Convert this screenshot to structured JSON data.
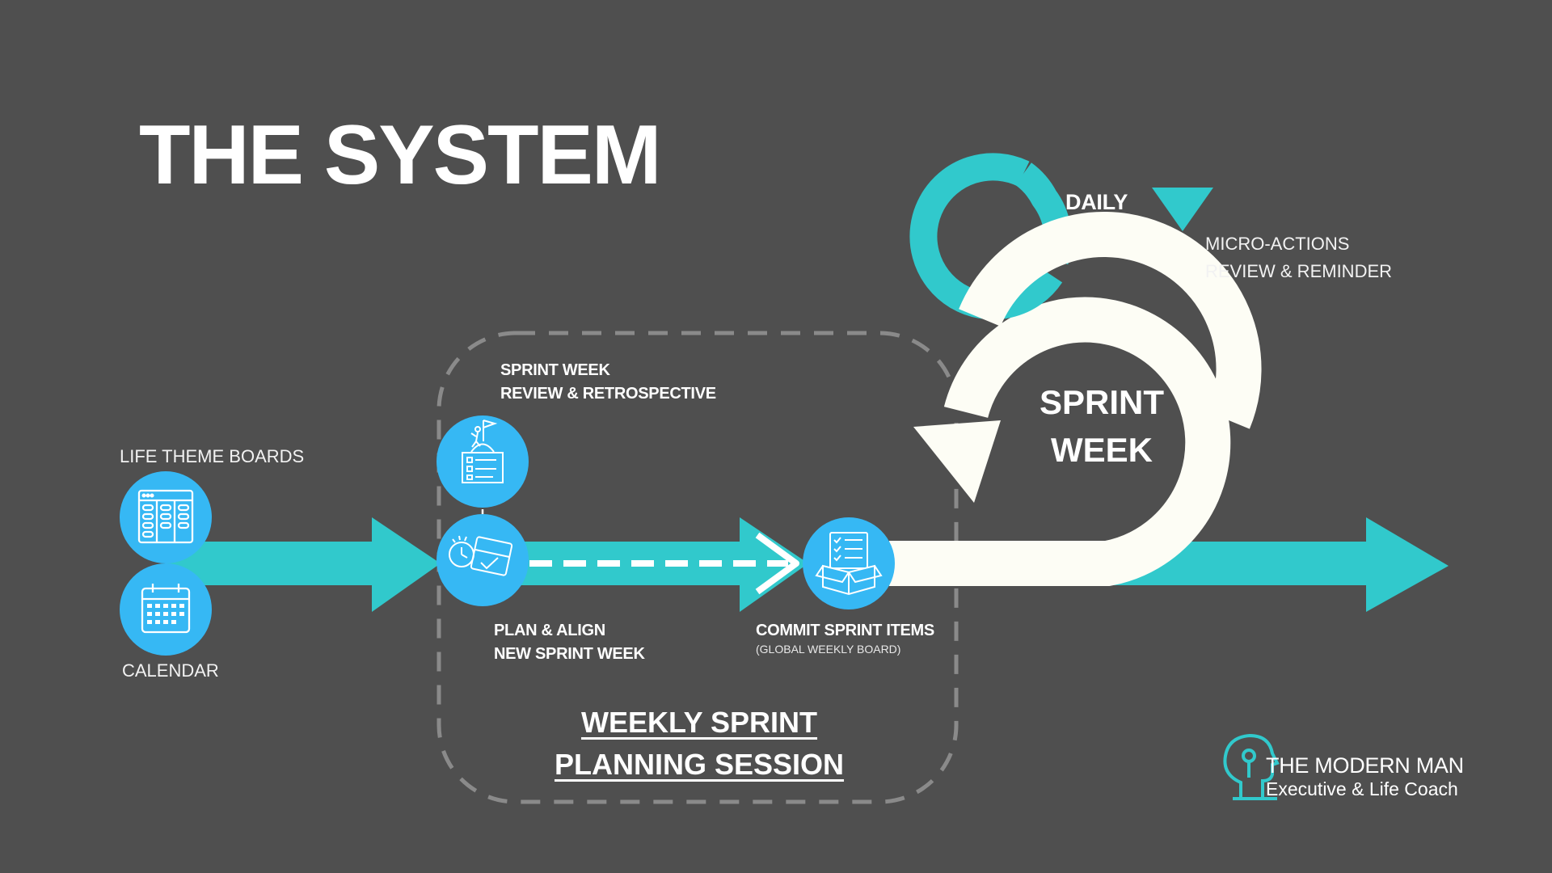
{
  "title": "THE SYSTEM",
  "colors": {
    "background": "#4f4f4f",
    "teal": "#31c9cc",
    "blue_circle": "#36b8f4",
    "cream": "#fdfdf5",
    "dashed_box": "#8a8a8a",
    "text": "#ffffff"
  },
  "inputs": {
    "life_theme_boards": "LIFE THEME BOARDS",
    "calendar": "CALENDAR"
  },
  "session": {
    "retrospective": {
      "line1": "SPRINT WEEK",
      "line2": "REVIEW & RETROSPECTIVE",
      "icon": "flag-climber-checklist-icon"
    },
    "plan": {
      "line1": "PLAN & ALIGN",
      "line2": "NEW SPRINT WEEK",
      "icon": "calendar-clock-icon"
    },
    "commit": {
      "line1": "COMMIT SPRINT ITEMS",
      "note": "(GLOBAL WEEKLY BOARD)",
      "icon": "checklist-box-icon"
    },
    "label_line1": "WEEKLY SPRINT",
    "label_line2": "PLANNING SESSION"
  },
  "sprint_loop": {
    "line1": "SPRINT",
    "line2": "WEEK"
  },
  "daily_loop": {
    "label": "DAILY",
    "note_line1": "MICRO-ACTIONS",
    "note_line2": "REVIEW & REMINDER"
  },
  "brand": {
    "name": "THE MODERN MAN",
    "tagline": "Executive & Life Coach",
    "logo_icon": "head-keyhole-logo-icon"
  }
}
